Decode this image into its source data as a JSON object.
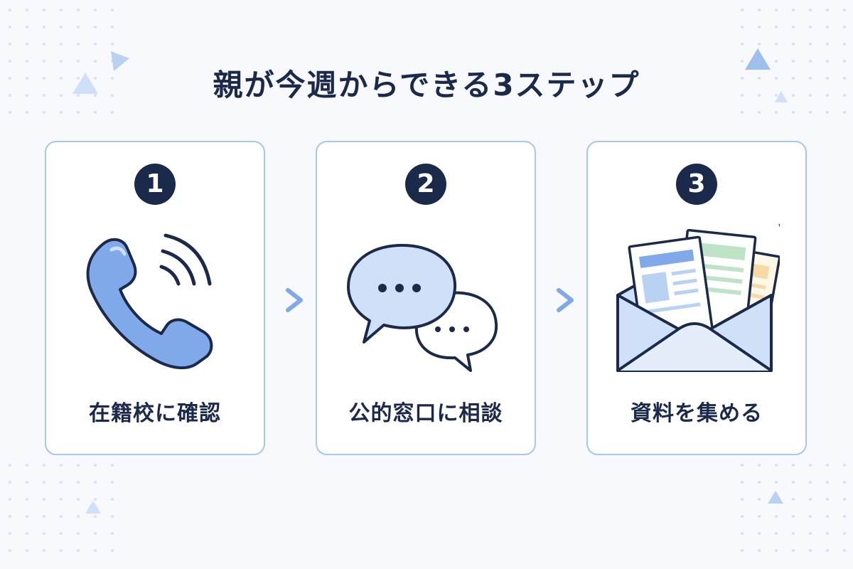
{
  "title": "親が今週からできる3ステップ",
  "steps": [
    {
      "number": "1",
      "label": "在籍校に確認",
      "icon": "phone-icon"
    },
    {
      "number": "2",
      "label": "公的窓口に相談",
      "icon": "chat-bubbles-icon"
    },
    {
      "number": "3",
      "label": "資料を集める",
      "icon": "envelope-documents-icon"
    }
  ],
  "colors": {
    "navy": "#1b2a4a",
    "accent_blue": "#7fa9e8",
    "light_blue": "#cfe0f8",
    "border": "#a9c6ef",
    "green": "#bfe3c6",
    "orange": "#f7d9a6",
    "sparkle": "#f5c000"
  }
}
